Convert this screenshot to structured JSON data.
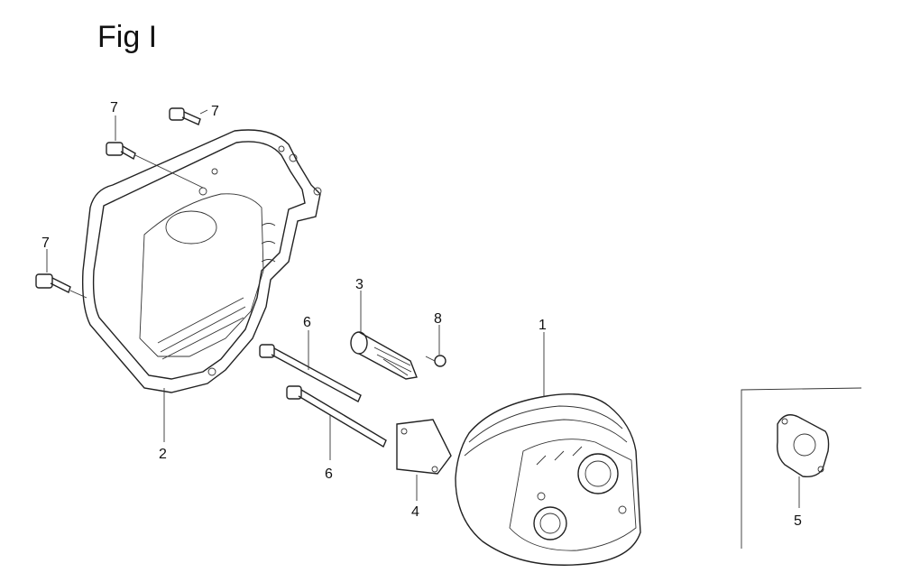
{
  "figure": {
    "title": "Fig I"
  },
  "callouts": {
    "muffler": "1",
    "muffler_protector": "2",
    "spark_arrester": "3",
    "gasket_small": "4",
    "gasket_inset": "5",
    "bolt_upper": "6",
    "bolt_lower": "6",
    "screw": "8",
    "bolt_top_left": "7",
    "bolt_top_right": "7",
    "bolt_left": "7"
  },
  "colors": {
    "line": "#222222",
    "background": "#ffffff"
  }
}
